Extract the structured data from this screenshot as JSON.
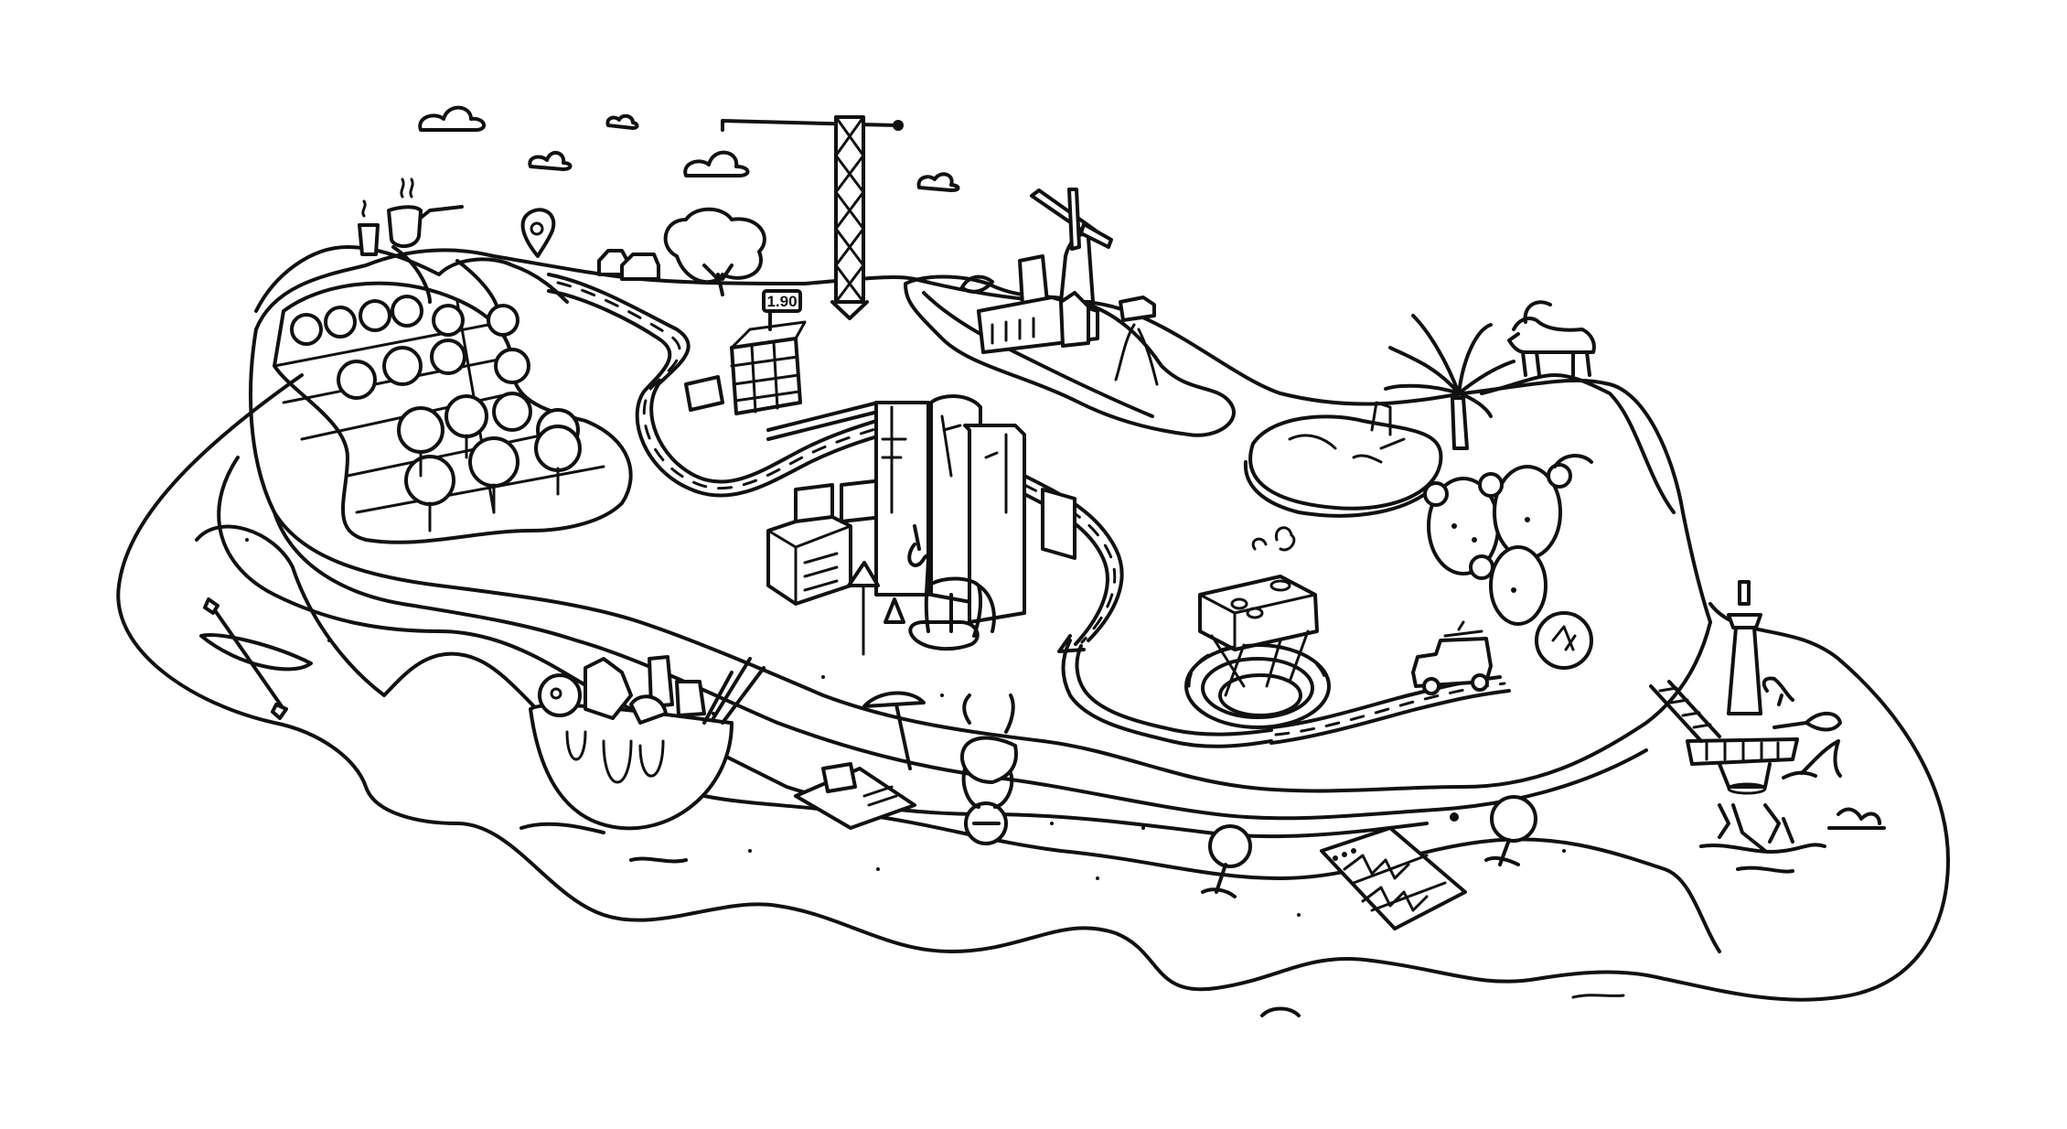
{
  "map": {
    "style": "hand-drawn line art illustrated island map",
    "colors": {
      "background": "#ffffff",
      "ink": "#111111"
    },
    "landmarks": [
      {
        "id": "coffee-hill",
        "icon": "coffee-pot-icon"
      },
      {
        "id": "location-pin",
        "icon": "map-pin-icon"
      },
      {
        "id": "orchard",
        "icon": "tree-grove-icon"
      },
      {
        "id": "houses",
        "icon": "house-icon"
      },
      {
        "id": "crane",
        "icon": "construction-crane-icon"
      },
      {
        "id": "market",
        "icon": "market-crates-icon",
        "price_tag": "1.90"
      },
      {
        "id": "windmill-town",
        "icon": "windmill-icon"
      },
      {
        "id": "city-towers",
        "icon": "skyscraper-icon"
      },
      {
        "id": "unicorn",
        "icon": "unicorn-icon"
      },
      {
        "id": "palm-tree",
        "icon": "palm-tree-icon"
      },
      {
        "id": "mountain-goat",
        "icon": "ibex-icon"
      },
      {
        "id": "lagoon",
        "icon": "pond-icon"
      },
      {
        "id": "cactus",
        "icon": "cactus-icon"
      },
      {
        "id": "stadium",
        "icon": "stadium-icon"
      },
      {
        "id": "jeep",
        "icon": "jeep-icon"
      },
      {
        "id": "kayak",
        "icon": "kayak-icon"
      },
      {
        "id": "salad-bowl",
        "icon": "salad-bowl-icon"
      },
      {
        "id": "beach-umbrella",
        "icon": "umbrella-icon"
      },
      {
        "id": "diver",
        "icon": "swimmer-icon"
      },
      {
        "id": "beach-paddles",
        "icon": "paddle-ball-icon"
      },
      {
        "id": "beach-mat",
        "icon": "mat-icon"
      },
      {
        "id": "lighthouse-tower",
        "icon": "tower-icon"
      },
      {
        "id": "fish",
        "icon": "fish-icon"
      },
      {
        "id": "shark-fin",
        "icon": "shark-fin-icon"
      },
      {
        "id": "coral",
        "icon": "coral-icon"
      }
    ]
  }
}
